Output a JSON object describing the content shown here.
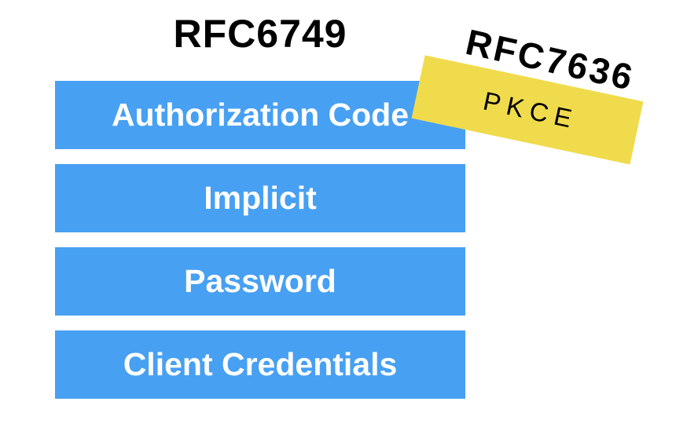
{
  "slide": {
    "title": "RFC6749",
    "grant_bars": [
      {
        "label": "Authorization Code"
      },
      {
        "label": "Implicit"
      },
      {
        "label": "Password"
      },
      {
        "label": "Client Credentials"
      }
    ],
    "pkce_badge": {
      "rfc": "RFC7636",
      "label": "PKCE"
    }
  },
  "colors": {
    "bar-blue": "#47A0F2",
    "badge-yellow": "#F0DB4C",
    "bar-text": "#FFFFFF",
    "ink": "#000000"
  }
}
